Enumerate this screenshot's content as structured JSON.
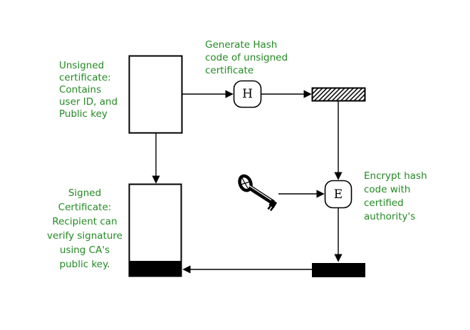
{
  "colors": {
    "label_text_green": "#228B22",
    "diagram_ink": "#000000",
    "background": "#ffffff"
  },
  "labels": {
    "unsigned_certificate": {
      "lines": [
        "Unsigned",
        "certificate:",
        "Contains",
        "user ID, and",
        "Public key"
      ]
    },
    "generate_hash": {
      "lines": [
        "Generate Hash",
        "code of unsigned",
        "certificate"
      ]
    },
    "encrypt_hash": {
      "lines": [
        "Encrypt hash",
        "code with",
        "certified",
        "authority's"
      ]
    },
    "signed_certificate": {
      "lines": [
        "Signed",
        "Certificate:",
        "Recipient can",
        "verify signature",
        "using CA's",
        "public key."
      ]
    }
  },
  "nodes": {
    "hash_function": {
      "label": "H"
    },
    "encrypt_function": {
      "label": "E"
    }
  },
  "icons": {
    "ca_private_key": "key-icon"
  }
}
